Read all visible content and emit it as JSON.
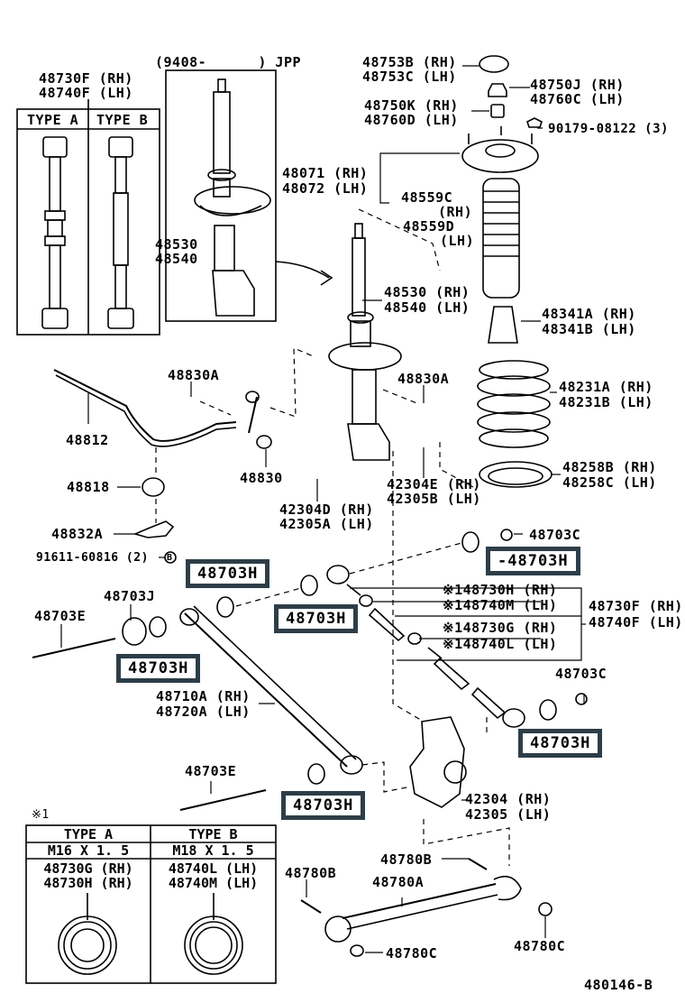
{
  "diagram": {
    "code": "480146-B",
    "inset_strut_date": "(9408-      ) JPP",
    "arm_types_title": [
      "48730F (RH)",
      "48740F (LH)"
    ],
    "arm_types_headers": [
      "TYPE A",
      "TYPE B"
    ],
    "labels": {
      "strut_inset": [
        "48530",
        "48540"
      ],
      "upper_cap": [
        "48753B (RH)",
        "48753C (LH)"
      ],
      "nut_upper": [
        "48750J (RH)",
        "48760C (LH)"
      ],
      "bushing_upper": [
        "48750K (RH)",
        "48760D (LH)"
      ],
      "mount_bolt": "90179-08122 (3)",
      "support": [
        "48071 (RH)",
        "48072 (LH)"
      ],
      "dust_boot": [
        "48559C",
        "(RH)",
        "48559D",
        "(LH)"
      ],
      "strut_main": [
        "48530 (RH)",
        "48540 (LH)"
      ],
      "bump_stopper": [
        "48341A (RH)",
        "48341B (LH)"
      ],
      "stabilizer_bar": "48812",
      "stab_nut_left": "48830A",
      "stab_link": "48830",
      "stab_nut_right": "48830A",
      "coil_spring": [
        "48231A (RH)",
        "48231B (LH)"
      ],
      "stab_bushing": "48818",
      "stab_bracket": "48832A",
      "bracket_bolt": "91611-60816 (2)",
      "bracket_bolt_mark": "B",
      "strut_bolt": [
        "42304D (RH)",
        "42305A (LH)"
      ],
      "strut_nut": [
        "42304E (RH)",
        "42305B (LH)"
      ],
      "spring_insulator": [
        "48258B (RH)",
        "48258C (LH)"
      ],
      "nut_c_top": "48703C",
      "washer_j": "48703J",
      "bolt_e_top": "48703E",
      "adj_parts": [
        "※148730H (RH)",
        "※148740M (LH)",
        "※148730G (RH)",
        "※148740L (LH)"
      ],
      "adj_arm": [
        "48730F (RH)",
        "48740F (LH)"
      ],
      "nut_c_right": "48703C",
      "lower_arm": [
        "48710A (RH)",
        "48720A (LH)"
      ],
      "bolt_e_bottom": "48703E",
      "knuckle": [
        "42304 (RH)",
        "42305 (LH)"
      ],
      "strut_rod_bolt_top": "48780B",
      "strut_rod_bolt_left": "48780B",
      "strut_rod": "48780A",
      "strut_rod_nut_left": "48780C",
      "strut_rod_nut_right": "48780C"
    },
    "highlighted": [
      "48703H",
      "48703H",
      "-48703H",
      "48703H",
      "48703H",
      "48703H"
    ],
    "note_table": {
      "mark": "※1",
      "columns": [
        {
          "type": "TYPE  A",
          "thread": "M16  X  1. 5",
          "parts": [
            "48730G (RH)",
            "48730H (RH)"
          ]
        },
        {
          "type": "TYPE  B",
          "thread": "M18  X  1. 5",
          "parts": [
            "48740L (LH)",
            "48740M (LH)"
          ]
        }
      ]
    },
    "highlight_color": "#2d3e48"
  }
}
